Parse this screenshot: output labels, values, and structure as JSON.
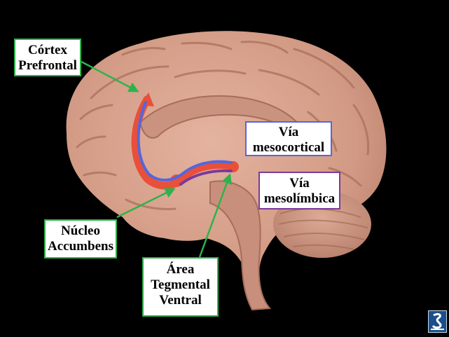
{
  "labels": {
    "cortex": [
      "Córtex",
      "Prefrontal"
    ],
    "mesocortical": [
      "Vía",
      "mesocortical"
    ],
    "mesolimbic": [
      "Vía",
      "mesolímbica"
    ],
    "nucleus": [
      "Núcleo",
      "Accumbens"
    ],
    "vta": [
      "Área",
      "Tegmental",
      "Ventral"
    ]
  },
  "colors": {
    "background": "#000000",
    "brain": "#d9a48e",
    "arrow": "#2db34a",
    "mesocortical": "#5566dd",
    "mesolimbic": "#7a3a9a",
    "pathway": "#e8503a"
  },
  "icons": {
    "logo": "publisher-logo-icon"
  }
}
